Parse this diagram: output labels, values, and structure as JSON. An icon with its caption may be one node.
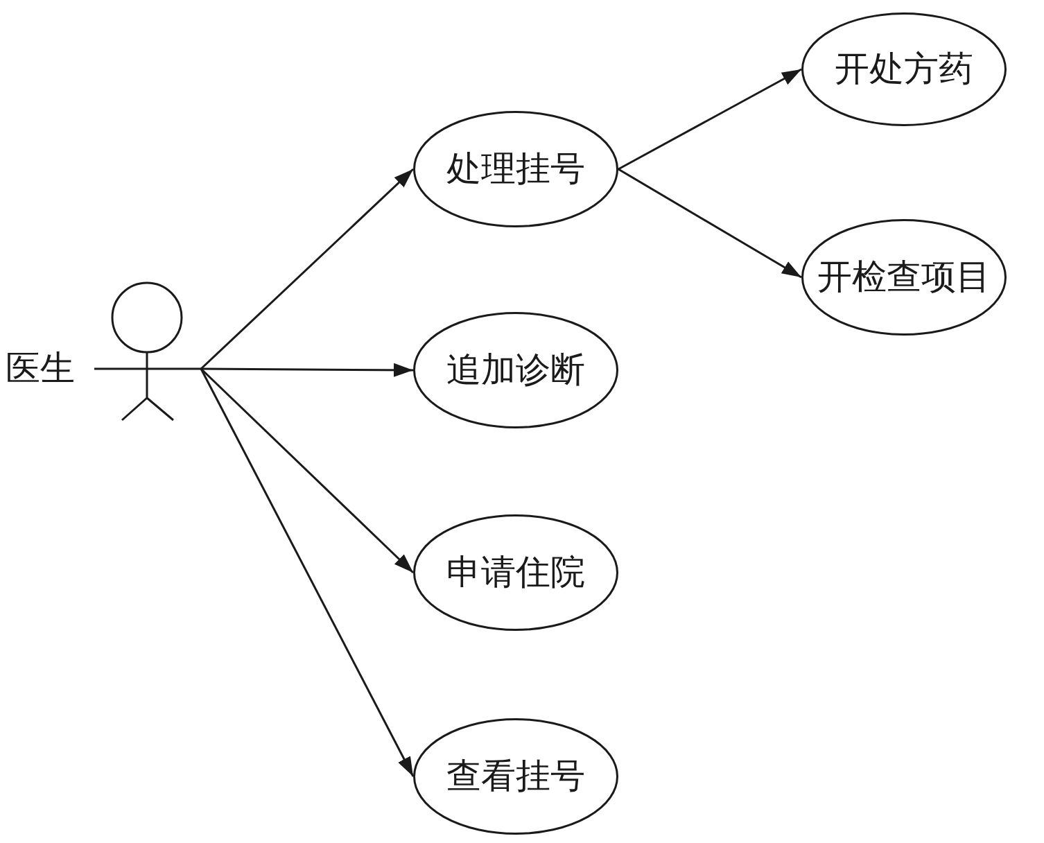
{
  "diagram": {
    "nodes": [
      {
        "text": [],
        "shape": "person",
        "beside": [
          "医生"
        ]
      },
      {
        "text": [
          "处理挂号"
        ]
      },
      {
        "text": [
          "追加诊断"
        ]
      },
      {
        "text": [
          "申请住院"
        ]
      },
      {
        "text": [
          "查看挂号"
        ]
      },
      {
        "text": [
          "开处方药"
        ]
      },
      {
        "text": [
          "开检查项目"
        ]
      }
    ],
    "edges": [
      {
        "from": 0,
        "to": 1,
        "arrow": "to"
      },
      {
        "from": 0,
        "to": 2,
        "arrow": "to"
      },
      {
        "from": 0,
        "to": 3,
        "arrow": "to"
      },
      {
        "from": 0,
        "to": 4,
        "arrow": "to"
      },
      {
        "from": 1,
        "to": 5,
        "arrow": "to"
      },
      {
        "from": 1,
        "to": 6,
        "arrow": "to"
      }
    ]
  }
}
